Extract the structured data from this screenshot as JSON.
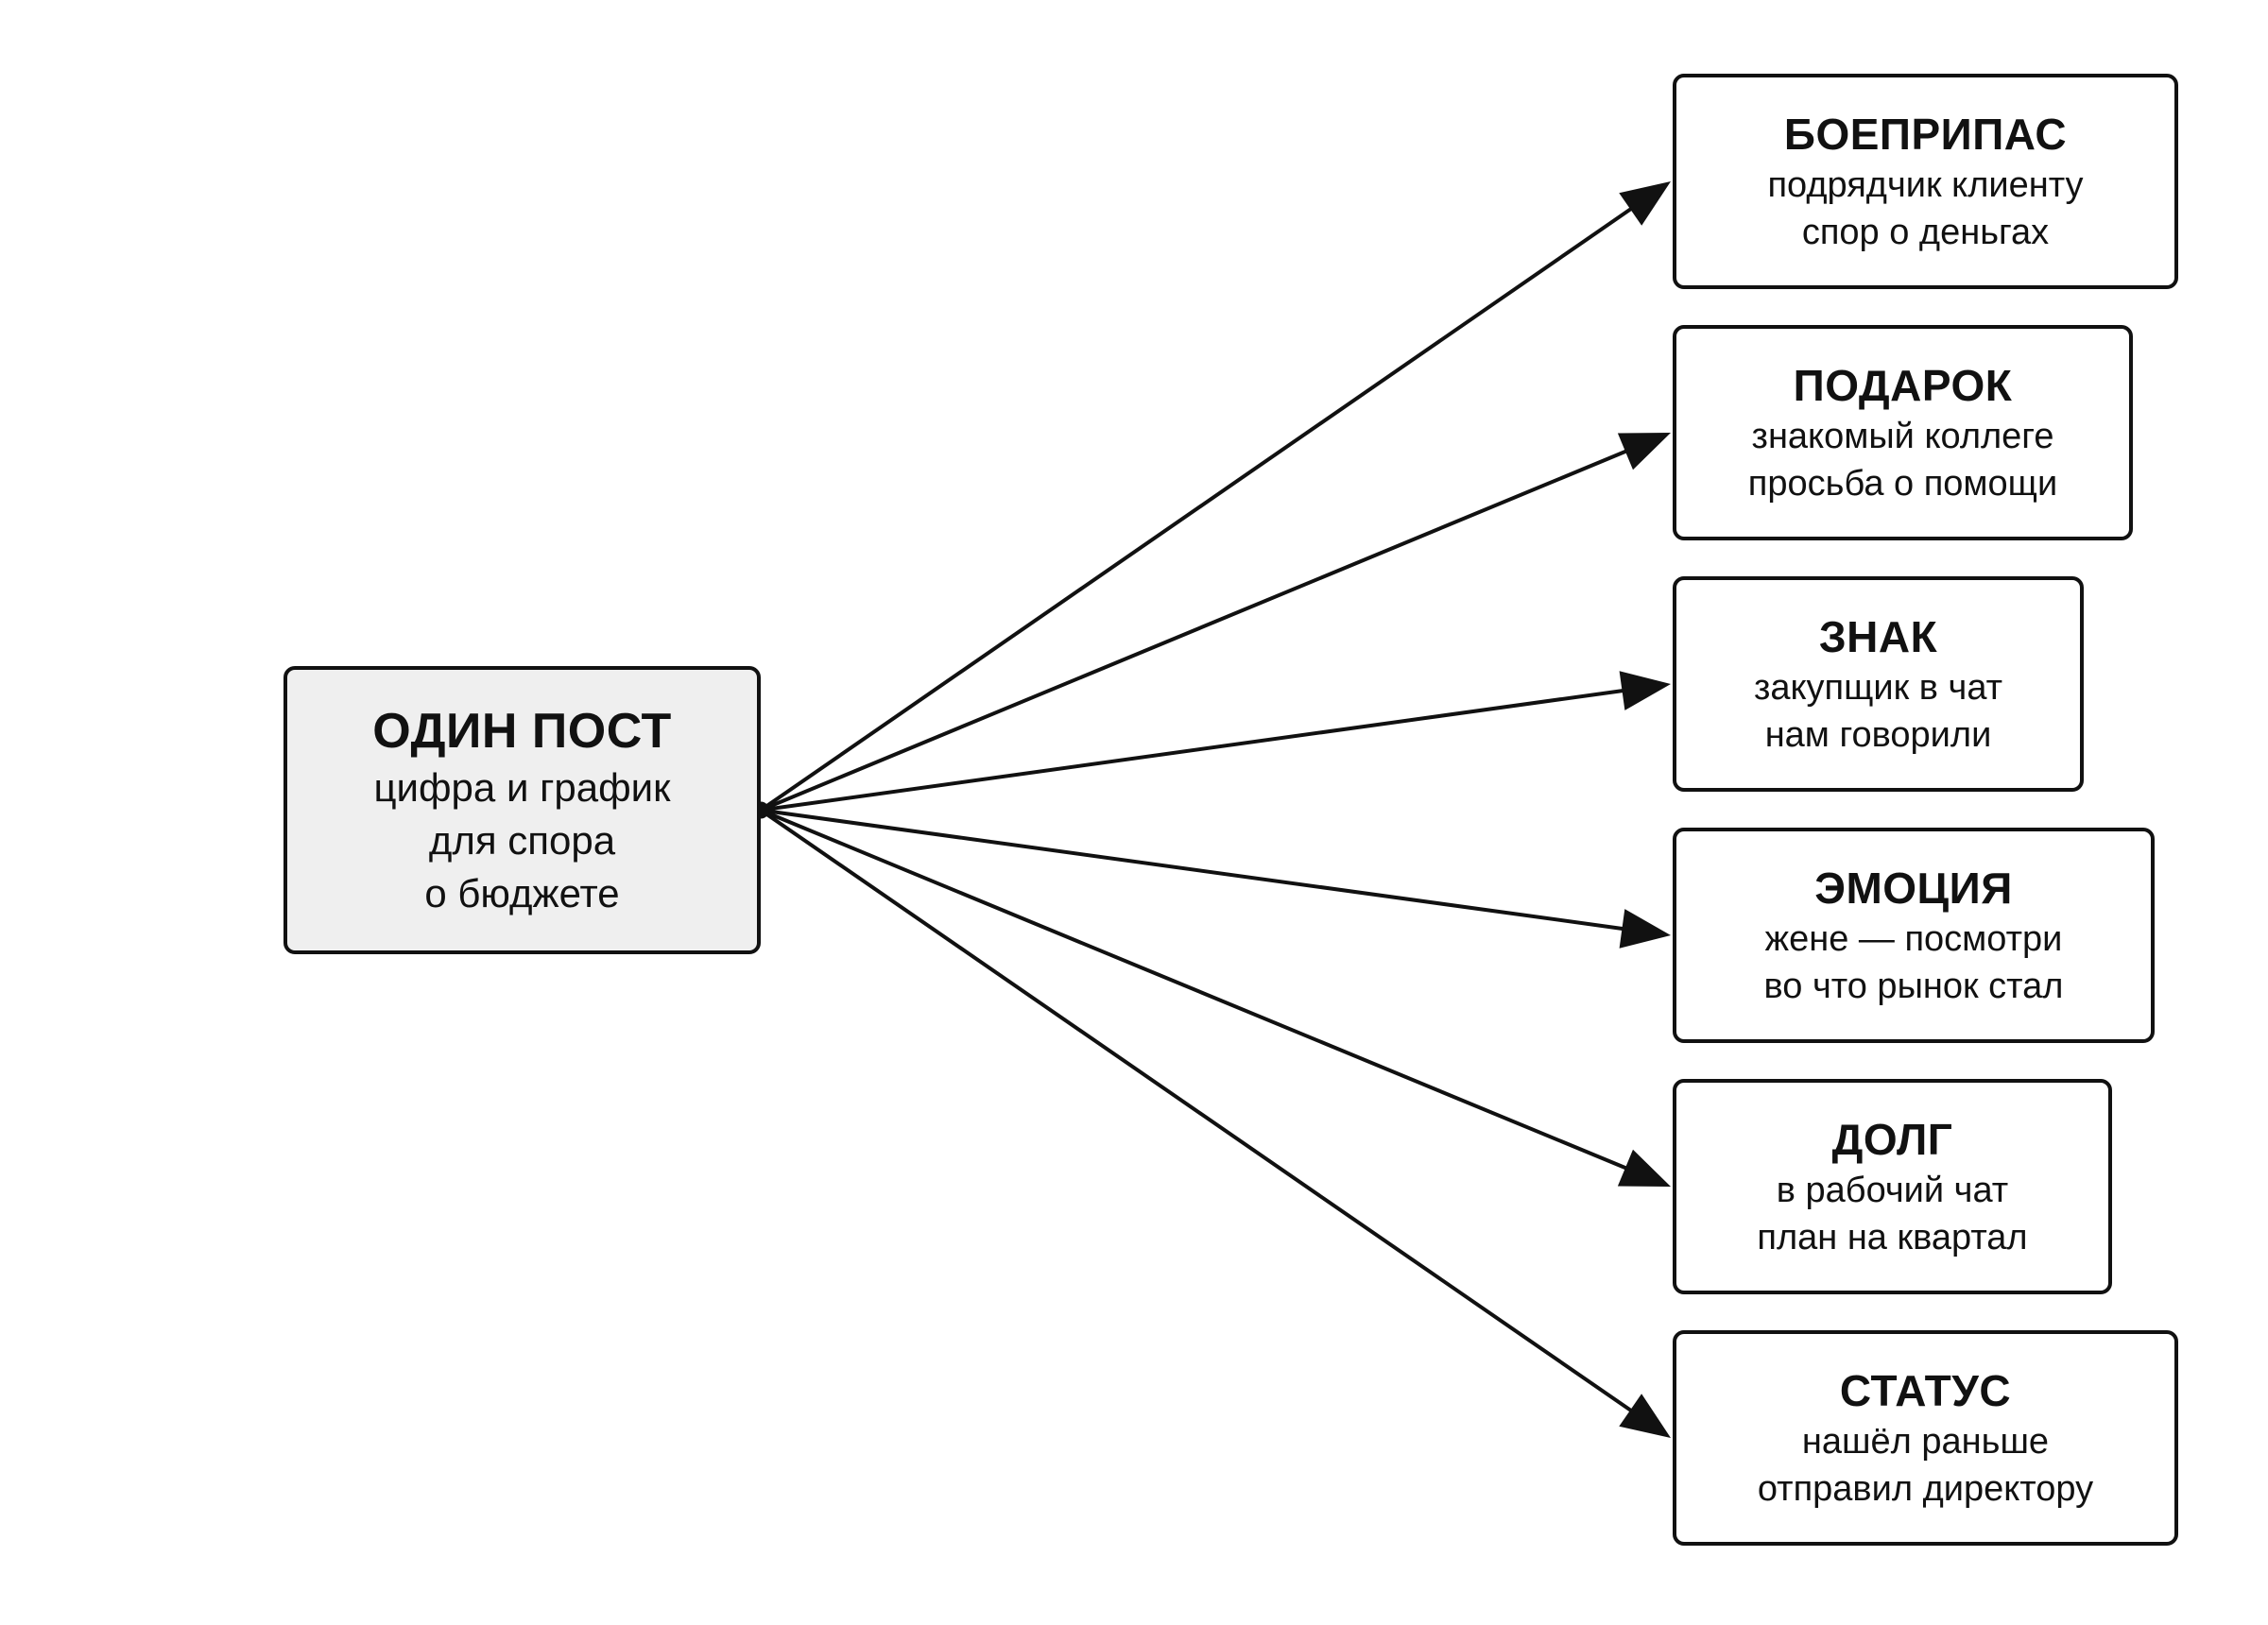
{
  "source": {
    "title": "ОДИН ПОСТ",
    "lines": [
      "цифра и график",
      "для спора",
      "о бюджете"
    ]
  },
  "targets": [
    {
      "title": "БОЕПРИПАС",
      "lines": [
        "подрядчик клиенту",
        "спор о деньгах"
      ]
    },
    {
      "title": "ПОДАРОК",
      "lines": [
        "знакомый коллеге",
        "просьба о помощи"
      ]
    },
    {
      "title": "ЗНАК",
      "lines": [
        "закупщик в чат",
        "нам говорили"
      ]
    },
    {
      "title": "ЭМОЦИЯ",
      "lines": [
        "жене — посмотри",
        "во что рынок стал"
      ]
    },
    {
      "title": "ДОЛГ",
      "lines": [
        "в рабочий чат",
        "план на квартал"
      ]
    },
    {
      "title": "СТАТУС",
      "lines": [
        "нашёл раньше",
        "отправил директору"
      ]
    }
  ],
  "colors": {
    "stroke": "#111111",
    "source_fill": "#efefef",
    "target_fill": "#ffffff"
  }
}
